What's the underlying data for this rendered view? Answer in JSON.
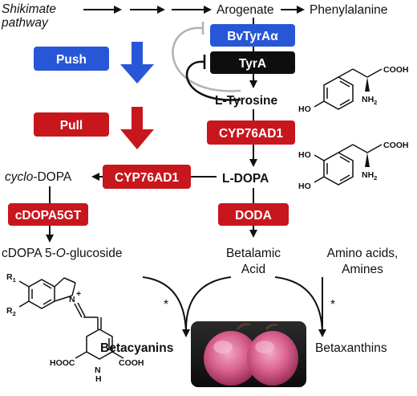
{
  "labels": {
    "shikimate_line1": "Shikimate",
    "shikimate_line2": "pathway",
    "arogenate": "Arogenate",
    "phenylalanine": "Phenylalanine",
    "l_tyrosine": "L-Tyrosine",
    "l_dopa": "L-DOPA",
    "cyclo_prefix": "cyclo",
    "cyclo_suffix": "-DOPA",
    "cdopa_glucoside_pre": "cDOPA 5-",
    "cdopa_glucoside_o": "O",
    "cdopa_glucoside_post": "-glucoside",
    "betalamic_line1": "Betalamic",
    "betalamic_line2": "Acid",
    "amino_line1": "Amino acids,",
    "amino_line2": "Amines",
    "betacyanins": "Betacyanins",
    "betaxanthins": "Betaxanthins",
    "star_left": "*",
    "star_right": "*"
  },
  "boxes": {
    "bvtyra": "BvTyrAα",
    "tyra": "TyrA",
    "push": "Push",
    "pull": "Pull",
    "cyp_right": "CYP76AD1",
    "cyp_left": "CYP76AD1",
    "cdopa5gt": "cDOPA5GT",
    "doda": "DODA"
  },
  "chem": {
    "tyr_cooh": "COOH",
    "tyr_nh2": "NH",
    "tyr_nh2_sub": "2",
    "tyr_ho": "HO",
    "dopa_cooh": "COOH",
    "dopa_nh2": "NH",
    "dopa_nh2_sub": "2",
    "dopa_ho1": "HO",
    "dopa_ho2": "HO",
    "bc_r1": "R",
    "bc_r1_sub": "1",
    "bc_r2": "R",
    "bc_r2_sub": "2",
    "bc_n": "N",
    "bc_nplus": "+",
    "bc_nh": "N",
    "bc_h": "H",
    "bc_cooh_left": "HOOC",
    "bc_cooh_right": "COOH"
  },
  "colors": {
    "blue": "#2757d6",
    "red": "#c8161d",
    "black": "#111111",
    "gray": "#b3b3b3"
  }
}
